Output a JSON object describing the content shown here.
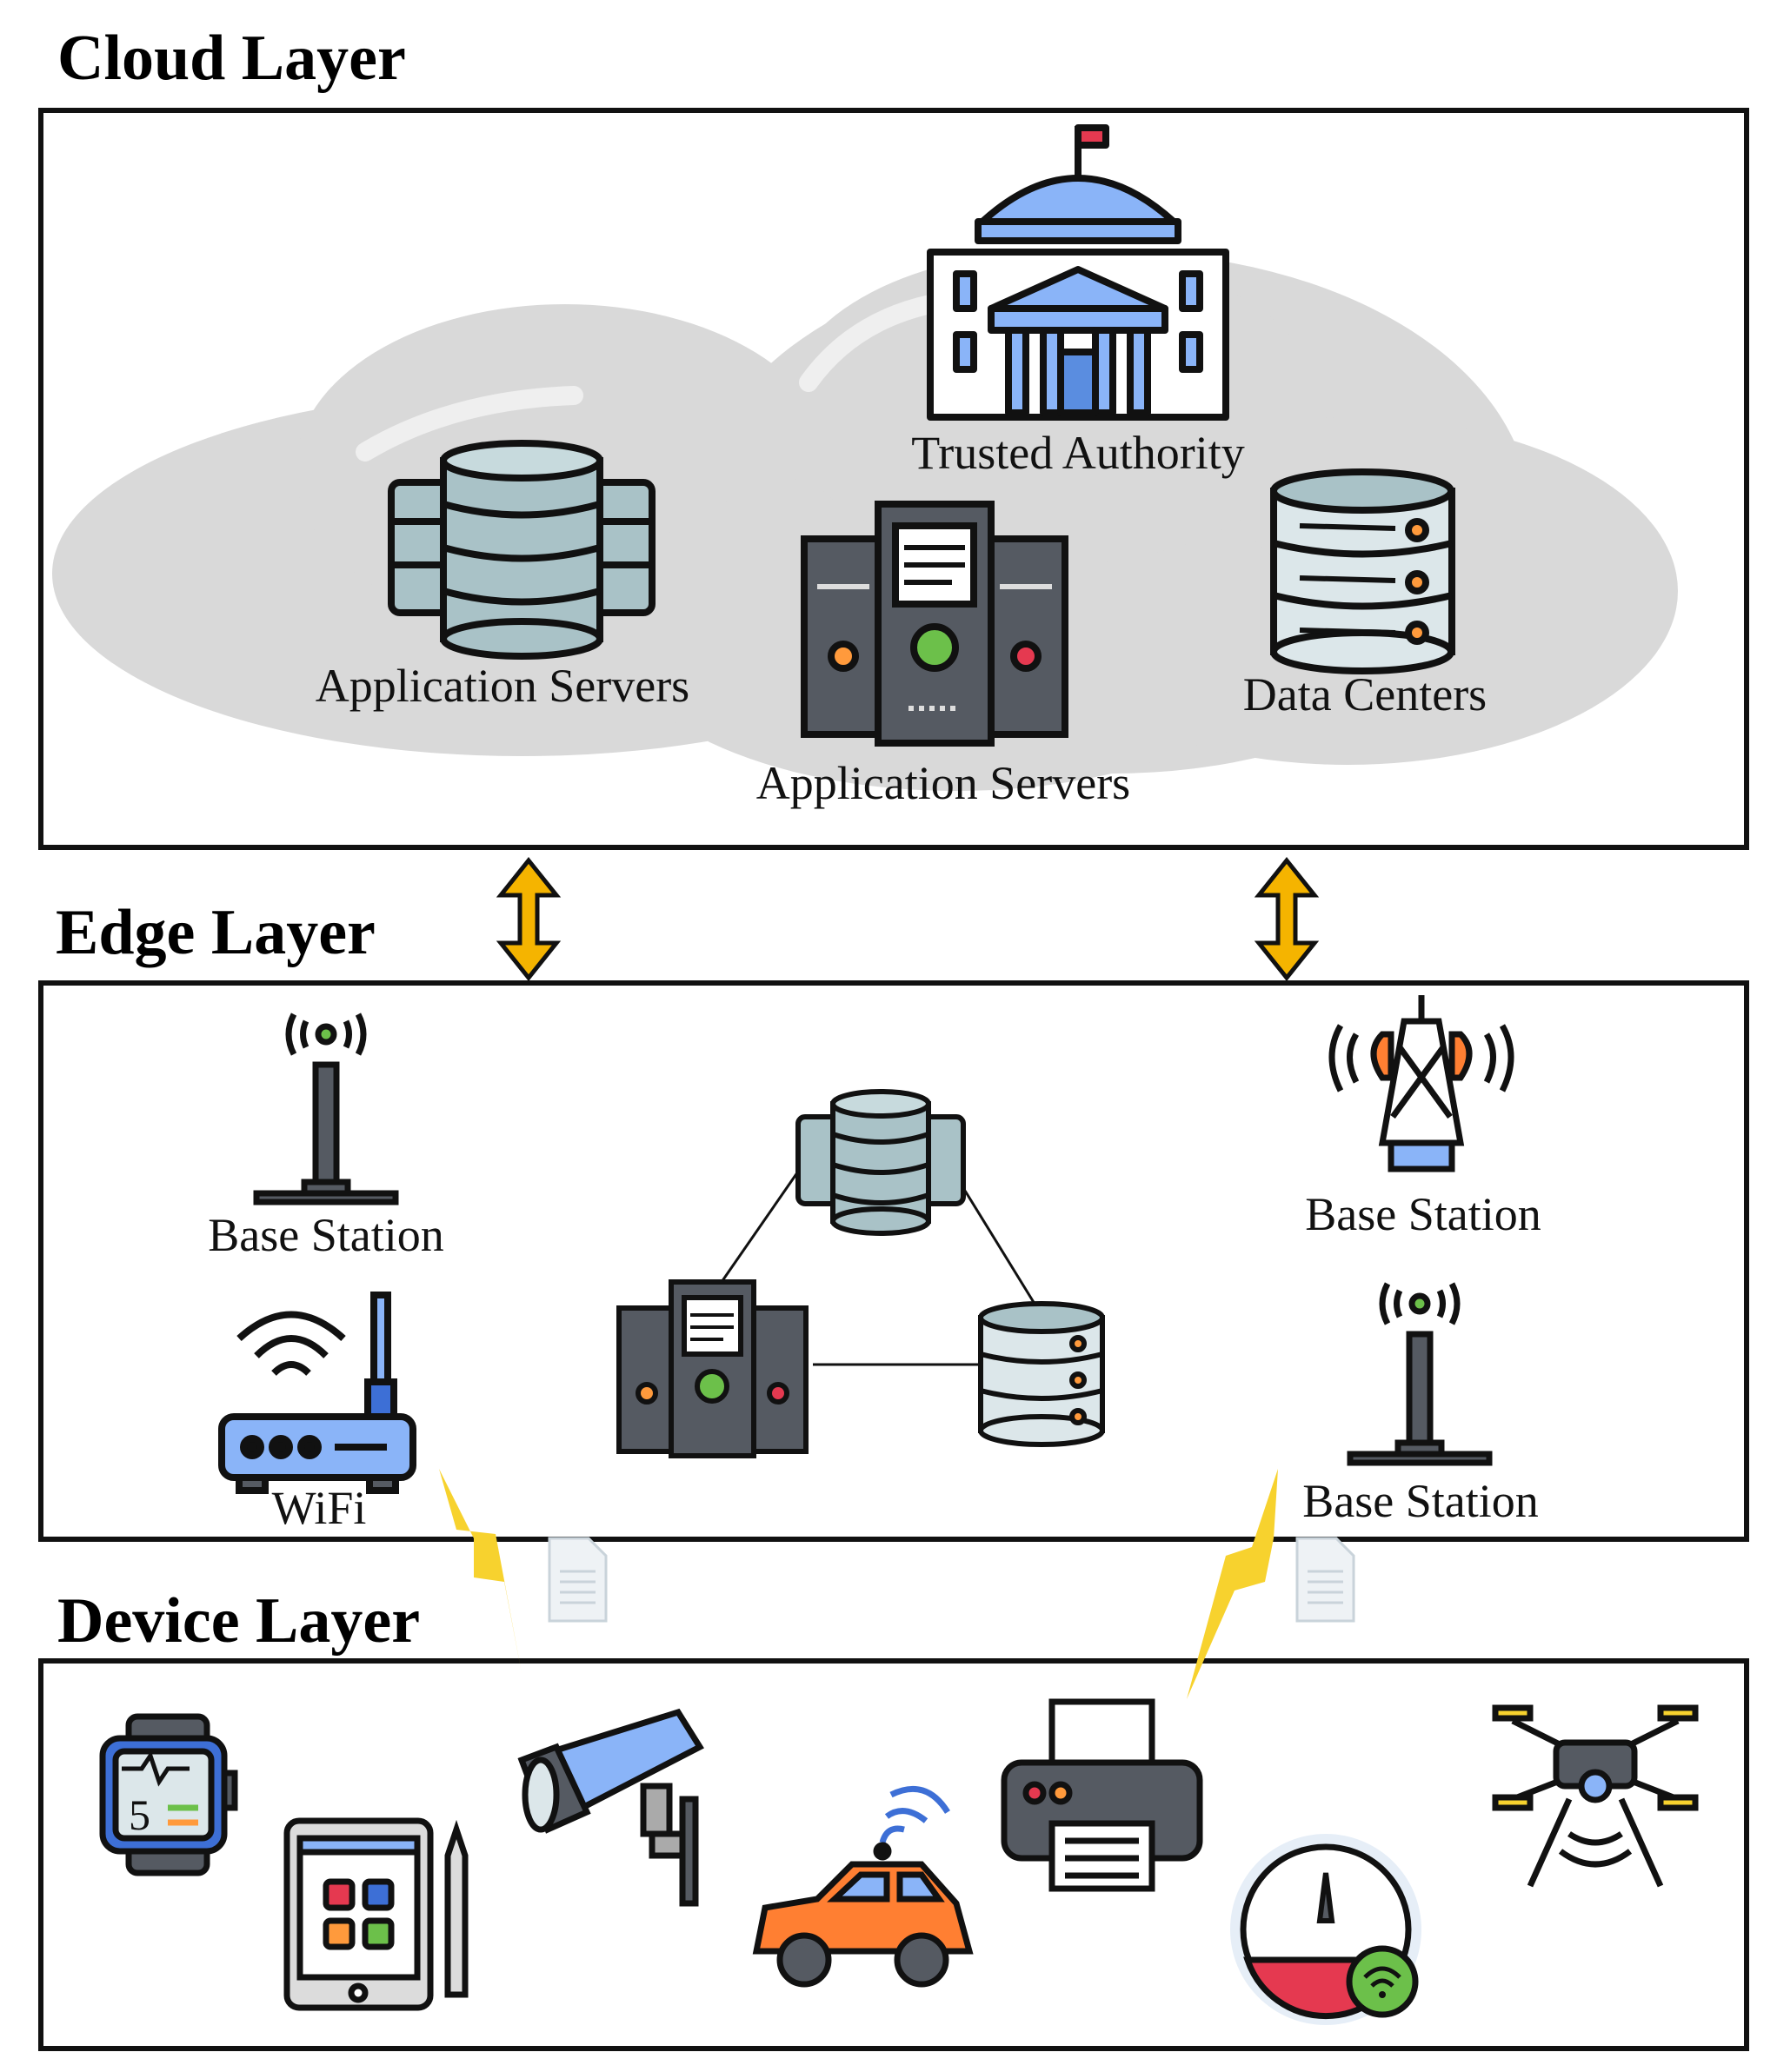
{
  "layers": {
    "cloud": {
      "title": "Cloud Layer",
      "labels": {
        "trusted_authority": "Trusted Authority",
        "app_servers_db": "Application Servers",
        "app_servers_rack": "Application Servers",
        "data_centers": "Data Centers"
      }
    },
    "edge": {
      "title": "Edge Layer",
      "labels": {
        "base_station_left": "Base Station",
        "wifi": "WiFi",
        "base_station_tower": "Base Station",
        "base_station_right": "Base Station"
      }
    },
    "device": {
      "title": "Device Layer"
    }
  },
  "colors": {
    "border": "#111111",
    "cloud_fill": "#d9d9d9",
    "arrow": "#f5b400",
    "lightning": "#f7d22e",
    "db_fill": "#a9c2c7",
    "server_fill": "#555a62",
    "blue_accent": "#8ab4f8",
    "orange_accent": "#ff7f32",
    "green_accent": "#6cc04a"
  },
  "icons": [
    "courthouse-icon",
    "database-cluster-icon",
    "server-rack-icon",
    "data-center-icon",
    "antenna-icon",
    "cell-tower-icon",
    "wifi-router-icon",
    "document-icon",
    "smartwatch-icon",
    "tablet-icon",
    "security-camera-icon",
    "connected-car-icon",
    "printer-icon",
    "smart-meter-icon",
    "drone-icon",
    "bidirectional-arrow-icon",
    "lightning-icon"
  ]
}
